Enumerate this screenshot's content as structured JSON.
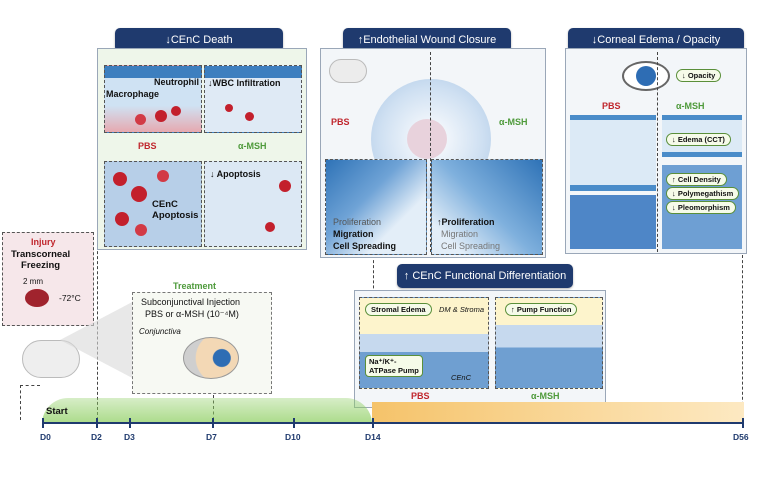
{
  "headers": {
    "cenc_death": "↓CEnC Death",
    "wound_closure": "↑Endothelial Wound Closure",
    "edema": "↓Corneal Edema / Opacity",
    "functional": "↑ CEnC Functional Differentiation"
  },
  "death_panel": {
    "neutrophil": "Neutrophil",
    "macrophage": "Macrophage",
    "wbc": "↓WBC Infiltration",
    "pbs": "PBS",
    "amsh": "α-MSH",
    "cenc_apoptosis": "CEnC\nApoptosis",
    "apoptosis": "↓ Apoptosis"
  },
  "wound_panel": {
    "pbs": "PBS",
    "amsh": "α-MSH",
    "left_lines": [
      "Proliferation",
      "Migration",
      "Cell Spreading"
    ],
    "right_lines": [
      "↑Proliferation",
      "Migration",
      "Cell Spreading"
    ]
  },
  "edema_panel": {
    "opacity": "↓ Opacity",
    "pbs": "PBS",
    "amsh": "α-MSH",
    "edema_cct": "↓ Edema (CCT)",
    "cell_density": "↑ Cell Density",
    "polymegathism": "↓ Polymegathism",
    "pleomorphism": "↓ Pleomorphism"
  },
  "functional_panel": {
    "stromal_edema": "Stromal Edema",
    "dm_stroma": "DM & Stroma",
    "pump": "Na⁺/K⁺-\nATPase Pump",
    "cenc": "CEnC",
    "pump_function": "↑ Pump Function",
    "pbs": "PBS",
    "amsh": "α-MSH"
  },
  "injury": {
    "title": "Injury",
    "method": "Transcorneal\nFreezing",
    "size": "2 mm",
    "temp": "-72°C"
  },
  "treatment": {
    "title": "Treatment",
    "line1": "Subconjunctival Injection",
    "line2": "PBS or α-MSH (10⁻⁴M)",
    "conjunctiva": "Conjunctiva"
  },
  "timeline": {
    "start": "Start",
    "days": [
      "D0",
      "D2",
      "D3",
      "D7",
      "D10",
      "D14",
      "D56"
    ]
  },
  "colors": {
    "navy": "#1f3a6e",
    "pbs_red": "#c0262d",
    "msh_green": "#4e9a3b"
  }
}
